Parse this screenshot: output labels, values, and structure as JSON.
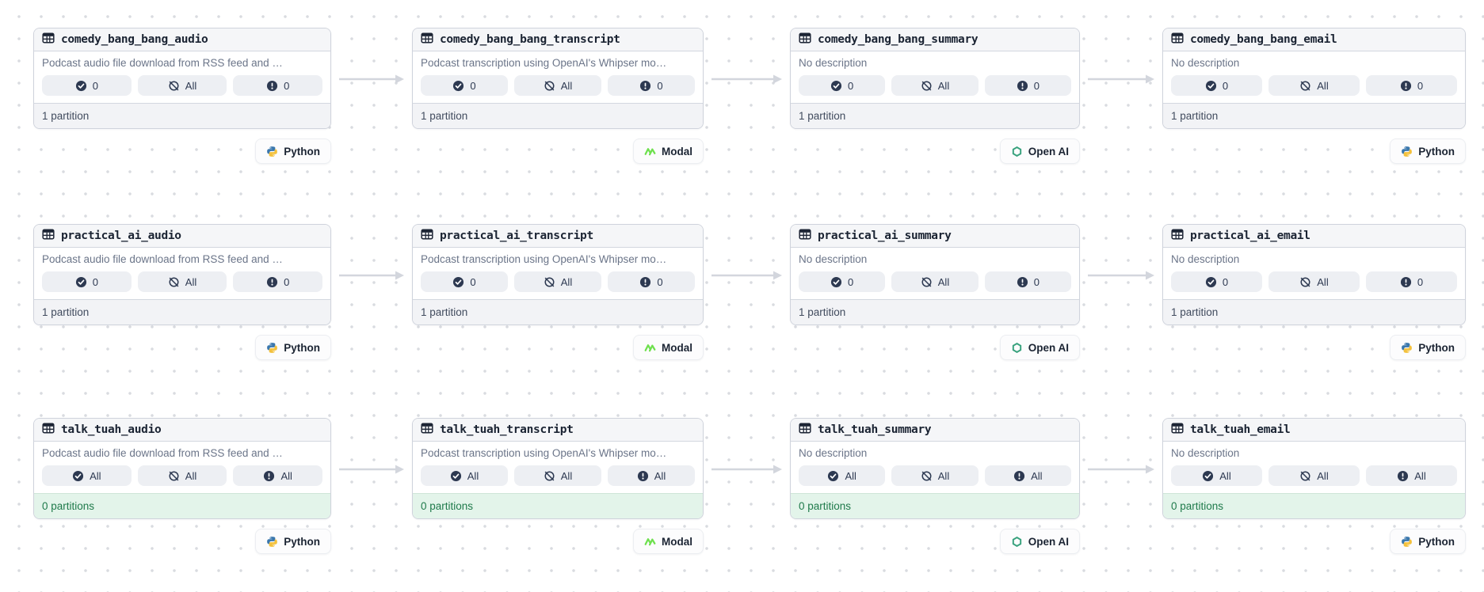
{
  "colors": {
    "edge": "#d3d6dd",
    "badge_icon": "#2d3951",
    "python_blue": "#3a77ad",
    "python_yellow": "#f3c13d",
    "modal_green": "#6ee04e",
    "openai_green": "#39a27e",
    "partition_empty_text": "#1f7a4b",
    "partition_empty_bg": "#e3f4ea"
  },
  "rows": [
    {
      "nodes": [
        {
          "title": "comedy_bang_bang_audio",
          "description": "Podcast audio file download from RSS feed and …",
          "badges": [
            {
              "icon": "check-circle-icon",
              "value": "0"
            },
            {
              "icon": "slash-circle-icon",
              "value": "All"
            },
            {
              "icon": "alert-circle-icon",
              "value": "0"
            }
          ],
          "partition_label": "1 partition",
          "partition_state": "normal",
          "tag": {
            "icon": "python",
            "label": "Python"
          }
        },
        {
          "title": "comedy_bang_bang_transcript",
          "description": "Podcast transcription using OpenAI's Whipser mo…",
          "badges": [
            {
              "icon": "check-circle-icon",
              "value": "0"
            },
            {
              "icon": "slash-circle-icon",
              "value": "All"
            },
            {
              "icon": "alert-circle-icon",
              "value": "0"
            }
          ],
          "partition_label": "1 partition",
          "partition_state": "normal",
          "tag": {
            "icon": "modal",
            "label": "Modal"
          }
        },
        {
          "title": "comedy_bang_bang_summary",
          "description": "No description",
          "badges": [
            {
              "icon": "check-circle-icon",
              "value": "0"
            },
            {
              "icon": "slash-circle-icon",
              "value": "All"
            },
            {
              "icon": "alert-circle-icon",
              "value": "0"
            }
          ],
          "partition_label": "1 partition",
          "partition_state": "normal",
          "tag": {
            "icon": "openai",
            "label": "Open AI"
          }
        },
        {
          "title": "comedy_bang_bang_email",
          "description": "No description",
          "badges": [
            {
              "icon": "check-circle-icon",
              "value": "0"
            },
            {
              "icon": "slash-circle-icon",
              "value": "All"
            },
            {
              "icon": "alert-circle-icon",
              "value": "0"
            }
          ],
          "partition_label": "1 partition",
          "partition_state": "normal",
          "tag": {
            "icon": "python",
            "label": "Python"
          }
        }
      ]
    },
    {
      "nodes": [
        {
          "title": "practical_ai_audio",
          "description": "Podcast audio file download from RSS feed and …",
          "badges": [
            {
              "icon": "check-circle-icon",
              "value": "0"
            },
            {
              "icon": "slash-circle-icon",
              "value": "All"
            },
            {
              "icon": "alert-circle-icon",
              "value": "0"
            }
          ],
          "partition_label": "1 partition",
          "partition_state": "normal",
          "tag": {
            "icon": "python",
            "label": "Python"
          }
        },
        {
          "title": "practical_ai_transcript",
          "description": "Podcast transcription using OpenAI's Whipser mo…",
          "badges": [
            {
              "icon": "check-circle-icon",
              "value": "0"
            },
            {
              "icon": "slash-circle-icon",
              "value": "All"
            },
            {
              "icon": "alert-circle-icon",
              "value": "0"
            }
          ],
          "partition_label": "1 partition",
          "partition_state": "normal",
          "tag": {
            "icon": "modal",
            "label": "Modal"
          }
        },
        {
          "title": "practical_ai_summary",
          "description": "No description",
          "badges": [
            {
              "icon": "check-circle-icon",
              "value": "0"
            },
            {
              "icon": "slash-circle-icon",
              "value": "All"
            },
            {
              "icon": "alert-circle-icon",
              "value": "0"
            }
          ],
          "partition_label": "1 partition",
          "partition_state": "normal",
          "tag": {
            "icon": "openai",
            "label": "Open AI"
          }
        },
        {
          "title": "practical_ai_email",
          "description": "No description",
          "badges": [
            {
              "icon": "check-circle-icon",
              "value": "0"
            },
            {
              "icon": "slash-circle-icon",
              "value": "All"
            },
            {
              "icon": "alert-circle-icon",
              "value": "0"
            }
          ],
          "partition_label": "1 partition",
          "partition_state": "normal",
          "tag": {
            "icon": "python",
            "label": "Python"
          }
        }
      ]
    },
    {
      "nodes": [
        {
          "title": "talk_tuah_audio",
          "description": "Podcast audio file download from RSS feed and …",
          "badges": [
            {
              "icon": "check-circle-icon",
              "value": "All"
            },
            {
              "icon": "slash-circle-icon",
              "value": "All"
            },
            {
              "icon": "alert-circle-icon",
              "value": "All"
            }
          ],
          "partition_label": "0 partitions",
          "partition_state": "empty",
          "tag": {
            "icon": "python",
            "label": "Python"
          }
        },
        {
          "title": "talk_tuah_transcript",
          "description": "Podcast transcription using OpenAI's Whipser mo…",
          "badges": [
            {
              "icon": "check-circle-icon",
              "value": "All"
            },
            {
              "icon": "slash-circle-icon",
              "value": "All"
            },
            {
              "icon": "alert-circle-icon",
              "value": "All"
            }
          ],
          "partition_label": "0 partitions",
          "partition_state": "empty",
          "tag": {
            "icon": "modal",
            "label": "Modal"
          }
        },
        {
          "title": "talk_tuah_summary",
          "description": "No description",
          "badges": [
            {
              "icon": "check-circle-icon",
              "value": "All"
            },
            {
              "icon": "slash-circle-icon",
              "value": "All"
            },
            {
              "icon": "alert-circle-icon",
              "value": "All"
            }
          ],
          "partition_label": "0 partitions",
          "partition_state": "empty",
          "tag": {
            "icon": "openai",
            "label": "Open AI"
          }
        },
        {
          "title": "talk_tuah_email",
          "description": "No description",
          "badges": [
            {
              "icon": "check-circle-icon",
              "value": "All"
            },
            {
              "icon": "slash-circle-icon",
              "value": "All"
            },
            {
              "icon": "alert-circle-icon",
              "value": "All"
            }
          ],
          "partition_label": "0 partitions",
          "partition_state": "empty",
          "tag": {
            "icon": "python",
            "label": "Python"
          }
        }
      ]
    }
  ]
}
